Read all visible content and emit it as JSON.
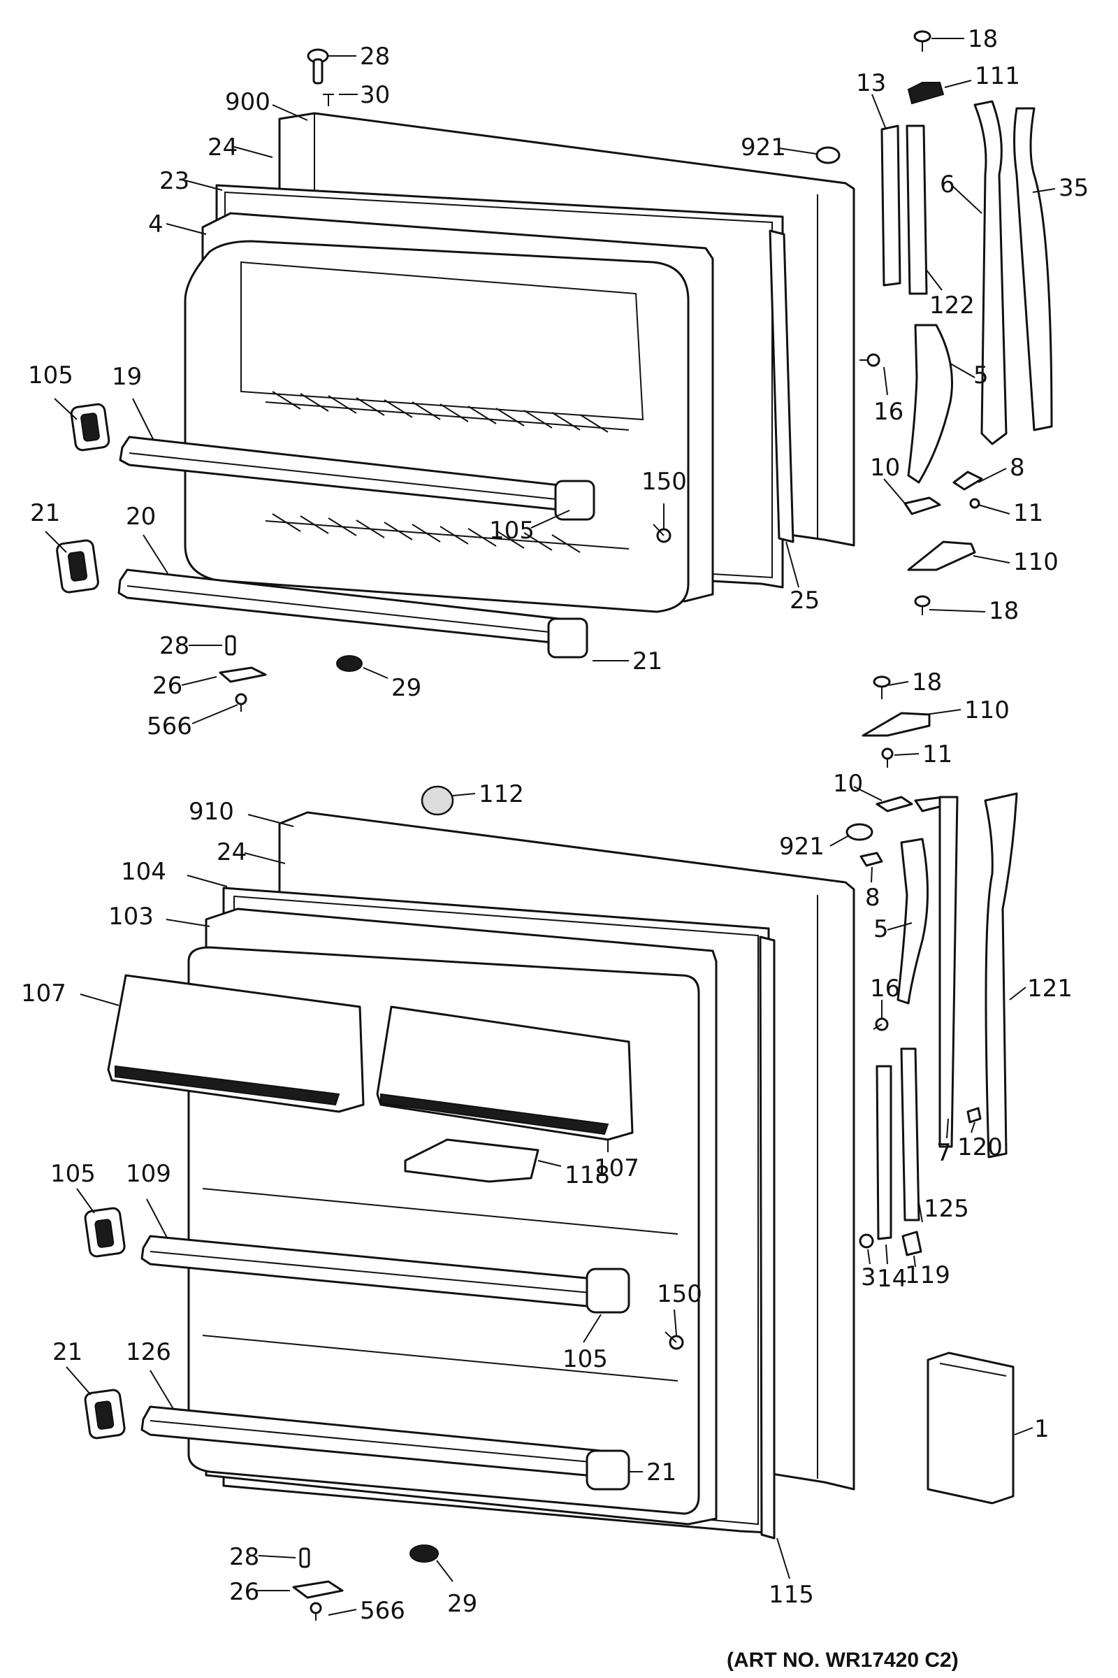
{
  "art_number": "(ART NO. WR17420 C2)",
  "upper_door_labels": {
    "l28": "28",
    "l30": "30",
    "l900": "900",
    "l24": "24",
    "l23": "23",
    "l4": "4",
    "l921": "921",
    "l105a": "105",
    "l19": "19",
    "l105b": "105",
    "l150": "150",
    "l21a": "21",
    "l20": "20",
    "l25": "25",
    "l21b": "21",
    "l28b": "28",
    "l26": "26",
    "l29": "29",
    "l566": "566"
  },
  "upper_hardware_labels": {
    "l18a": "18",
    "l111": "111",
    "l13": "13",
    "l6": "6",
    "l35": "35",
    "l122": "122",
    "l16": "16",
    "l5": "5",
    "l10": "10",
    "l8": "8",
    "l11": "11",
    "l110": "110",
    "l18b": "18"
  },
  "lower_hardware_labels": {
    "l18": "18",
    "l110": "110",
    "l11": "11",
    "l10": "10",
    "l921": "921",
    "l8": "8",
    "l5": "5",
    "l16": "16",
    "l121": "121",
    "l120": "120",
    "l7": "7",
    "l125": "125",
    "l3": "3",
    "l14": "14",
    "l119": "119",
    "l1": "1"
  },
  "lower_door_labels": {
    "l112": "112",
    "l910": "910",
    "l24": "24",
    "l104": "104",
    "l103": "103",
    "l107a": "107",
    "l107b": "107",
    "l118": "118",
    "l105a": "105",
    "l109": "109",
    "l150": "150",
    "l105b": "105",
    "l21a": "21",
    "l126": "126",
    "l21b": "21",
    "l115": "115",
    "l28": "28",
    "l26": "26",
    "l566": "566",
    "l29": "29"
  }
}
